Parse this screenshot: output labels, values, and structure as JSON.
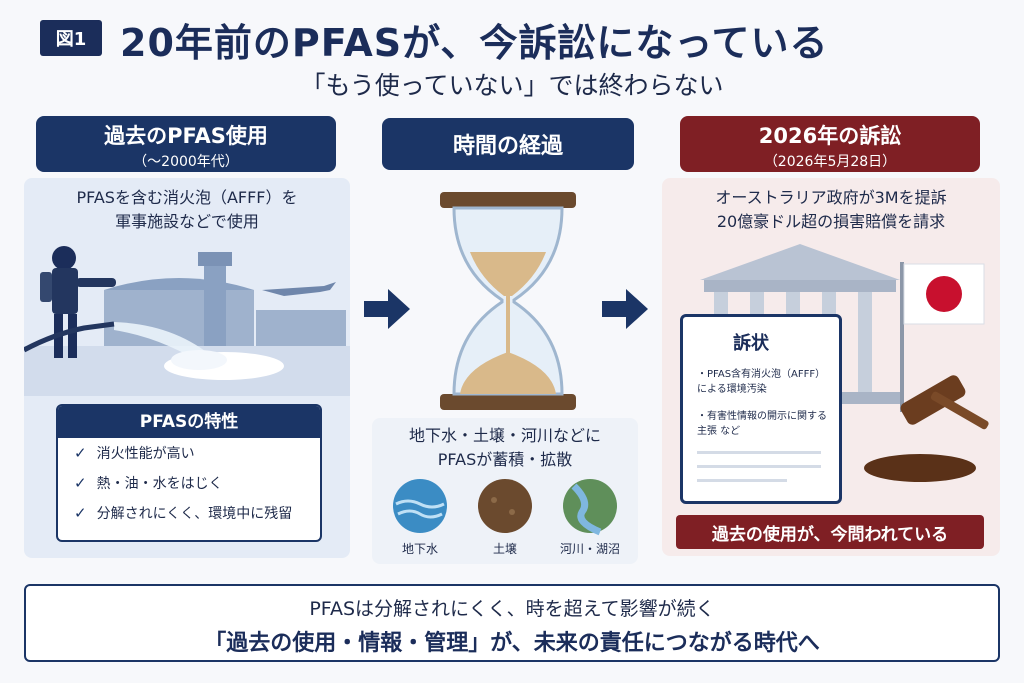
{
  "header": {
    "badge": "図1",
    "title": "20年前のPFASが、今訴訟になっている",
    "subtitle": "「もう使っていない」では終わらない"
  },
  "left": {
    "title": "過去のPFAS使用",
    "period": "（〜2000年代）",
    "desc_line1": "PFASを含む消火泡（AFFF）を",
    "desc_line2": "軍事施設などで使用",
    "props_title": "PFASの特性",
    "props": [
      "消火性能が高い",
      "熱・油・水をはじく",
      "分解されにくく、環境中に残留"
    ]
  },
  "middle": {
    "title": "時間の経過",
    "desc_line1": "地下水・土壌・河川などに",
    "desc_line2": "PFASが蓄積・拡散",
    "circles": [
      "地下水",
      "土壌",
      "河川・湖沼"
    ]
  },
  "right": {
    "title": "2026年の訴訟",
    "date": "（2026年5月28日）",
    "desc_line1": "オーストラリア政府が3Mを提訴",
    "desc_line2": "20億豪ドル超の損害賠償を請求",
    "doc_title": "訴状",
    "doc_item1_line1": "・PFAS含有消火泡（AFFF）",
    "doc_item1_line2": "による環境汚染",
    "doc_item2_line1": "・有害性情報の開示に関する",
    "doc_item2_line2": "主張 など",
    "banner": "過去の使用が、今問われている"
  },
  "footer": {
    "line1": "PFASは分解されにくく、時を超えて影響が続く",
    "line2": "「過去の使用・情報・管理」が、未来の責任につながる時代へ"
  },
  "colors": {
    "navy": "#1b3566",
    "dark_red": "#7f1f24",
    "sand": "#d9b98a",
    "water": "#3b8cc4"
  }
}
